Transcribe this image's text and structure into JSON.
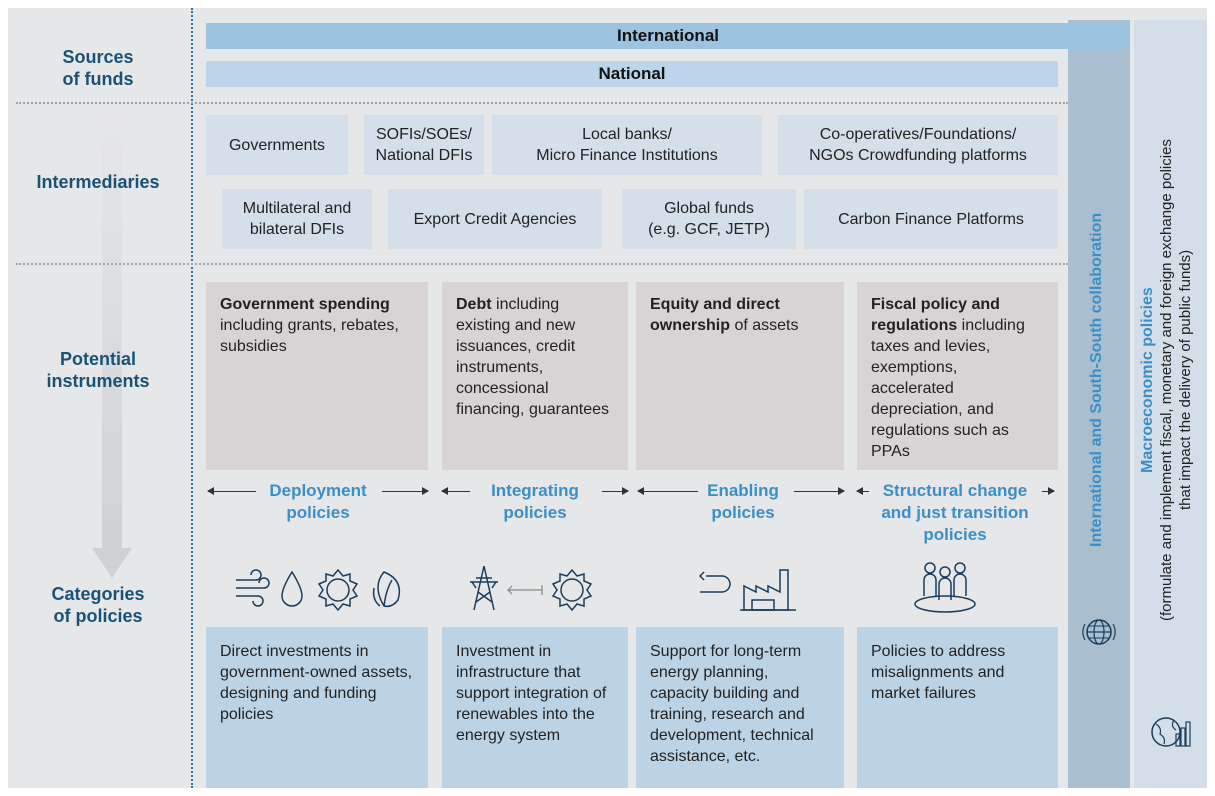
{
  "side_labels": {
    "sources": "Sources\nof funds",
    "intermediaries": "Intermediaries",
    "instruments": "Potential\ninstruments",
    "categories": "Categories\nof policies"
  },
  "sources": {
    "international": "International",
    "national": "National"
  },
  "intermediaries": {
    "row1": [
      "Governments",
      "SOFIs/SOEs/\nNational DFIs",
      "Local banks/\nMicro Finance Institutions",
      "Co-operatives/Foundations/\nNGOs Crowdfunding platforms"
    ],
    "row2": [
      "Multilateral and\nbilateral DFIs",
      "Export Credit Agencies",
      "Global funds\n(e.g. GCF, JETP)",
      "Carbon Finance Platforms"
    ]
  },
  "instruments": [
    {
      "bold": "Government spending",
      "rest": " including grants, rebates, subsidies"
    },
    {
      "bold": "Debt",
      "rest": " including existing and new issuances, credit instruments, concessional financing, guarantees"
    },
    {
      "bold": "Equity and direct ownership",
      "rest": " of assets"
    },
    {
      "bold": "Fiscal policy and regulations",
      "rest": " including taxes and levies, exemptions, accelerated depreciation, and regulations such as PPAs"
    }
  ],
  "categories": [
    {
      "title": "Deployment\npolicies",
      "desc": "Direct investments in government-owned assets, designing and funding policies"
    },
    {
      "title": "Integrating\npolicies",
      "desc": "Investment in infrastructure that support integration of renewables into the energy system"
    },
    {
      "title": "Enabling\npolicies",
      "desc": "Support for long-term energy planning, capacity building and training, research and development, technical assistance, etc."
    },
    {
      "title": "Structural change\nand just transition\npolicies",
      "desc": "Policies to address misalignments and market failures"
    }
  ],
  "right_columns": {
    "collab": "International and South-South collaboration",
    "macro_title": "Macroeconomic policies",
    "macro_sub": "(formulate and implement fiscal, monetary and foreign exchange policies that impact the delivery of public funds)"
  },
  "icons": [
    "wind-icon",
    "water-drop-icon",
    "sun-icon",
    "leaf-icon",
    "transmission-tower-icon",
    "sun-icon",
    "return-arrow-icon",
    "factory-icon",
    "people-group-icon",
    "globe-icon",
    "globe-finance-icon"
  ],
  "colors": {
    "background": "#e6e7e9",
    "band_international": "#9cc3e0",
    "band_national": "#bcd5ea",
    "intermediary_box": "#d5dfe9",
    "instrument_box": "#d8d3d5",
    "category_box": "#bcd3e6",
    "accent_blue": "#3b8fc6",
    "dark_blue": "#1a5277"
  }
}
